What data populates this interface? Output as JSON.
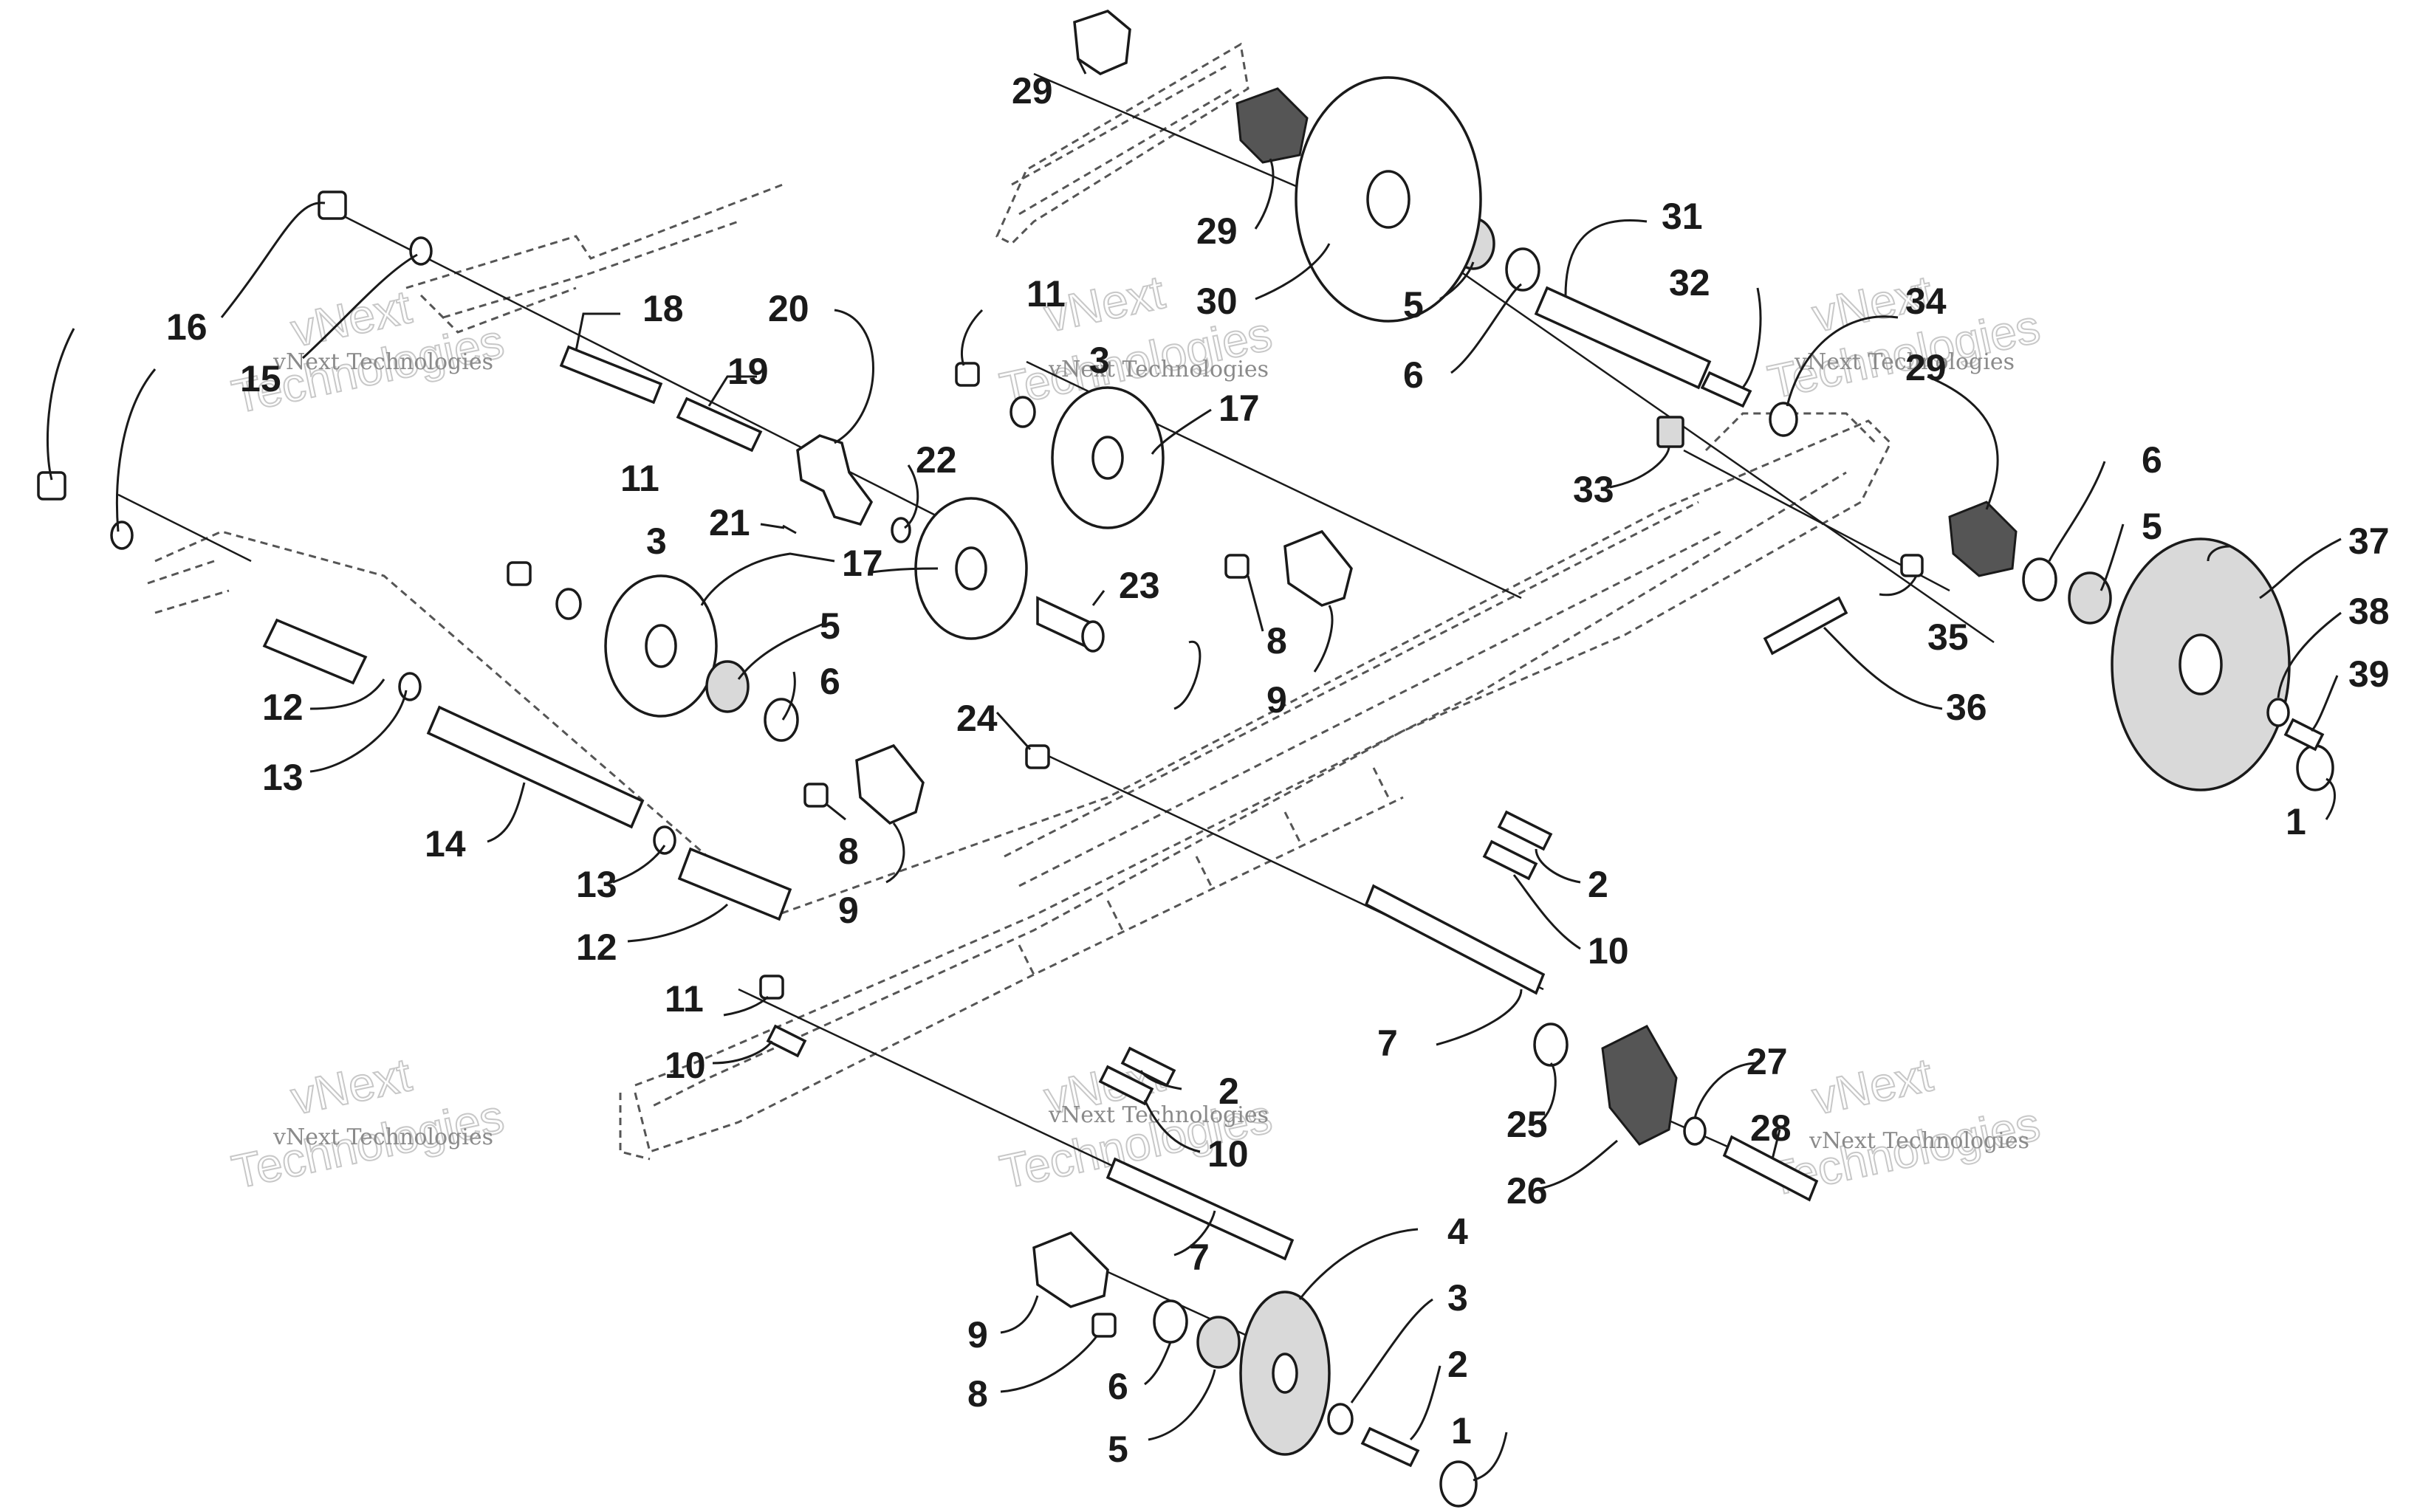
{
  "watermark": {
    "company": "vNext Technologies",
    "line1": "vNext",
    "line2": "Technologies"
  },
  "callouts": [
    "1",
    "2",
    "3",
    "4",
    "5",
    "6",
    "7",
    "8",
    "9",
    "10",
    "11",
    "12",
    "13",
    "14",
    "15",
    "16",
    "17",
    "18",
    "19",
    "20",
    "21",
    "22",
    "23",
    "24",
    "25",
    "26",
    "27",
    "28",
    "29",
    "30",
    "31",
    "32",
    "33",
    "34",
    "35",
    "36",
    "37",
    "38",
    "39"
  ]
}
